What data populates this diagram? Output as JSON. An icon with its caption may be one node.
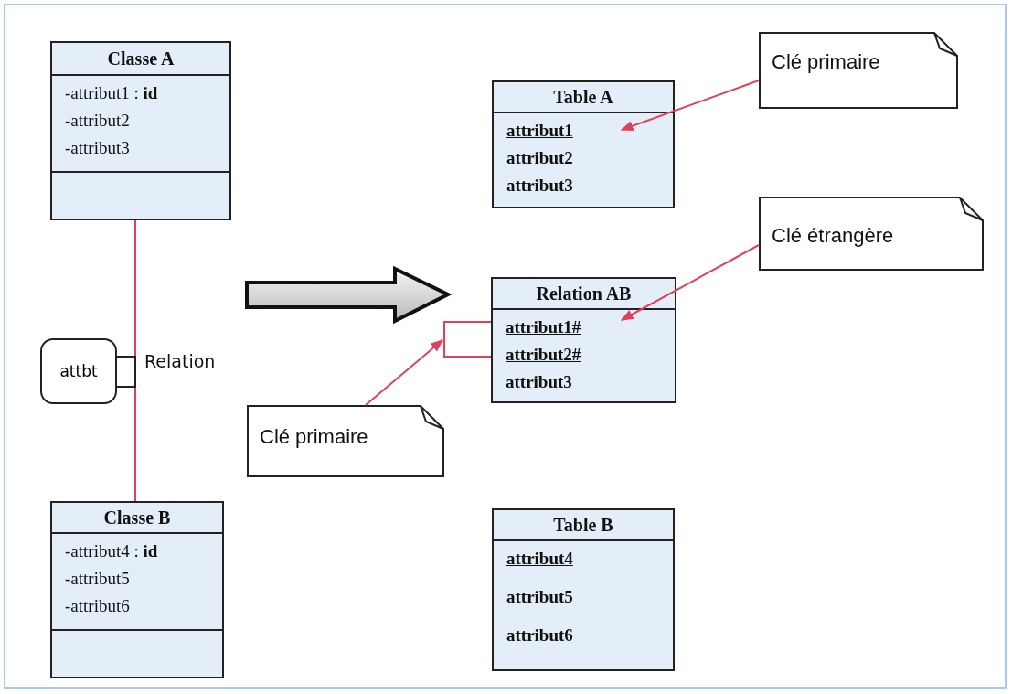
{
  "diagram": {
    "nodes": [
      {
        "text": [
          "Classe A",
          "-attribut1 : **id**",
          "-attribut2",
          "-attribut3"
        ]
      },
      {
        "text": [
          "Classe B",
          "-attribut4 : **id**",
          "-attribut5",
          "-attribut6"
        ]
      },
      {
        "text": [
          "attbt"
        ]
      },
      {
        "text": [
          "Table A",
          "attribut1",
          "attribut2",
          "attribut3"
        ]
      },
      {
        "text": [
          "Clé primaire"
        ]
      },
      {
        "text": [
          "Relation AB",
          "attribut1#",
          "attribut2#",
          "attribut3"
        ]
      },
      {
        "text": [
          "Clé étrangère"
        ]
      },
      {
        "text": [
          "Clé primaire"
        ]
      },
      {
        "text": [
          "Table B",
          "attribut4",
          "attribut5",
          "attribut6"
        ]
      }
    ],
    "edges": [
      {
        "from": 0,
        "to": 1,
        "arrow": "none",
        "label": "Relation",
        "color": "#e0405a"
      },
      {
        "from": 2,
        "to": null,
        "arrow": "none",
        "color": "#222222"
      },
      {
        "from": 4,
        "to": 3,
        "arrow": "to",
        "color": "#e0405a"
      },
      {
        "from": 6,
        "to": 5,
        "arrow": "to",
        "color": "#e0405a"
      },
      {
        "from": 7,
        "to": 5,
        "arrow": "to",
        "color": "#e0405a"
      }
    ]
  }
}
